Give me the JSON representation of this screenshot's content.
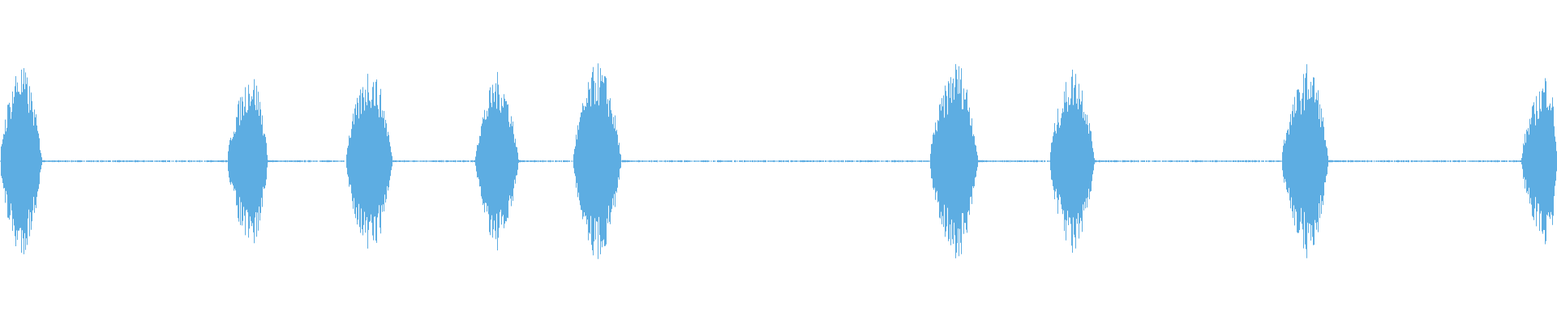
{
  "waveform": {
    "color": "#5dade2",
    "background": "#ffffff",
    "bursts": [
      {
        "start": 0.0,
        "peak": 0.011,
        "end": 0.027,
        "amplitude": 0.97
      },
      {
        "start": 0.146,
        "peak": 0.16,
        "end": 0.172,
        "amplitude": 0.9
      },
      {
        "start": 0.222,
        "peak": 0.236,
        "end": 0.252,
        "amplitude": 0.93
      },
      {
        "start": 0.305,
        "peak": 0.318,
        "end": 0.333,
        "amplitude": 0.88
      },
      {
        "start": 0.368,
        "peak": 0.382,
        "end": 0.399,
        "amplitude": 0.98
      },
      {
        "start": 0.597,
        "peak": 0.613,
        "end": 0.628,
        "amplitude": 1.0
      },
      {
        "start": 0.674,
        "peak": 0.688,
        "end": 0.703,
        "amplitude": 0.94
      },
      {
        "start": 0.823,
        "peak": 0.839,
        "end": 0.853,
        "amplitude": 0.96
      },
      {
        "start": 0.977,
        "peak": 0.993,
        "end": 1.0,
        "amplitude": 0.9
      }
    ]
  }
}
